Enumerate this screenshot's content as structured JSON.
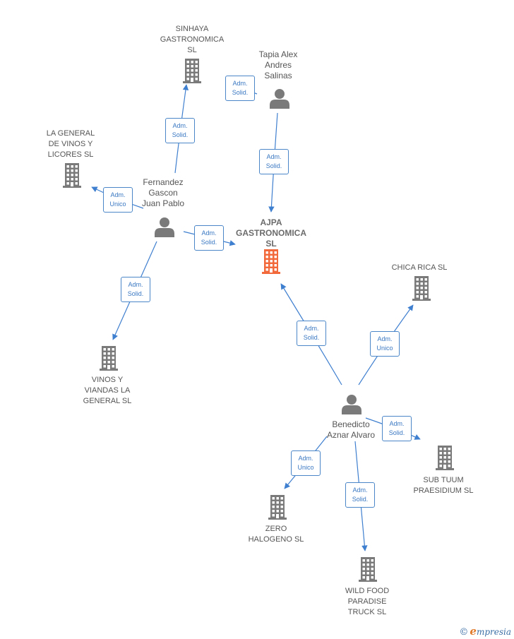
{
  "nodes": [
    {
      "id": "main",
      "kind": "company",
      "main": true,
      "label": "AJPA\nGASTRONOMICA\nSL"
    },
    {
      "id": "sinhaya",
      "kind": "company",
      "label": "SINHAYA\nGASTRONOMICA\nSL"
    },
    {
      "id": "general_vinos",
      "kind": "company",
      "label": "LA GENERAL\nDE VINOS Y\nLICORES  SL"
    },
    {
      "id": "vinos_viandas",
      "kind": "company",
      "label": "VINOS Y\nVIANDAS LA\nGENERAL  SL"
    },
    {
      "id": "chica_rica",
      "kind": "company",
      "label": "CHICA RICA  SL"
    },
    {
      "id": "sub_tuum",
      "kind": "company",
      "label": "SUB TUUM\nPRAESIDIUM  SL"
    },
    {
      "id": "zero",
      "kind": "company",
      "label": "ZERO\nHALOGENO  SL"
    },
    {
      "id": "wild_food",
      "kind": "company",
      "label": "WILD FOOD\nPARADISE\nTRUCK  SL"
    },
    {
      "id": "tapia",
      "kind": "person",
      "label": "Tapia Alex\nAndres\nSalinas"
    },
    {
      "id": "fernandez",
      "kind": "person",
      "label": "Fernandez\nGascon\nJuan Pablo"
    },
    {
      "id": "benedicto",
      "kind": "person",
      "label": "Benedicto\nAznar Alvaro"
    }
  ],
  "edges": [
    {
      "from": "tapia",
      "to": "sinhaya",
      "label": "Adm.\nSolid."
    },
    {
      "from": "tapia",
      "to": "main",
      "label": "Adm.\nSolid."
    },
    {
      "from": "fernandez",
      "to": "sinhaya",
      "label": "Adm.\nSolid."
    },
    {
      "from": "fernandez",
      "to": "general_vinos",
      "label": "Adm.\nUnico"
    },
    {
      "from": "fernandez",
      "to": "main",
      "label": "Adm.\nSolid."
    },
    {
      "from": "fernandez",
      "to": "vinos_viandas",
      "label": "Adm.\nSolid."
    },
    {
      "from": "benedicto",
      "to": "main",
      "label": "Adm.\nSolid."
    },
    {
      "from": "benedicto",
      "to": "chica_rica",
      "label": "Adm.\nUnico"
    },
    {
      "from": "benedicto",
      "to": "sub_tuum",
      "label": "Adm.\nSolid."
    },
    {
      "from": "benedicto",
      "to": "zero",
      "label": "Adm.\nUnico"
    },
    {
      "from": "benedicto",
      "to": "wild_food",
      "label": "Adm.\nSolid."
    }
  ],
  "colors": {
    "edge": "#3f7fcf",
    "company": "#7a7a7a",
    "main_company": "#f26a3b",
    "person": "#7a7a7a"
  },
  "brand": {
    "copyright": "©",
    "initial": "e",
    "name": "mpresia"
  }
}
